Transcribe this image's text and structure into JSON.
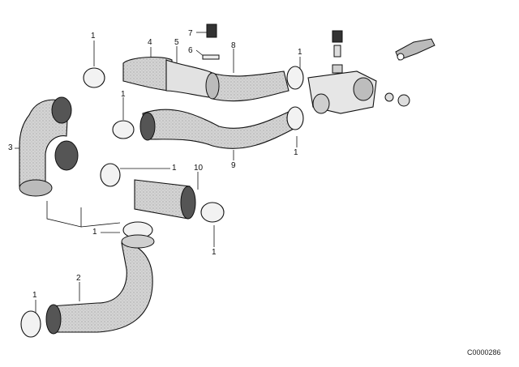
{
  "callouts": {
    "c1_top": "1",
    "c1_right_top": "1",
    "c1_mid_small": "1",
    "c1_right_mid": "1",
    "c1_center": "1",
    "c1_left_mid": "1",
    "c1_lower_right": "1",
    "c1_bottom_left": "1",
    "c2": "2",
    "c3": "3",
    "c4": "4",
    "c5": "5",
    "c6": "6",
    "c7": "7",
    "c8": "8",
    "c9": "9",
    "c10": "10"
  },
  "diagram_code": "C0000286",
  "colors": {
    "ink": "#111111",
    "hose_fill": "#d9d9d9",
    "hose_dark": "#7a7a7a"
  }
}
